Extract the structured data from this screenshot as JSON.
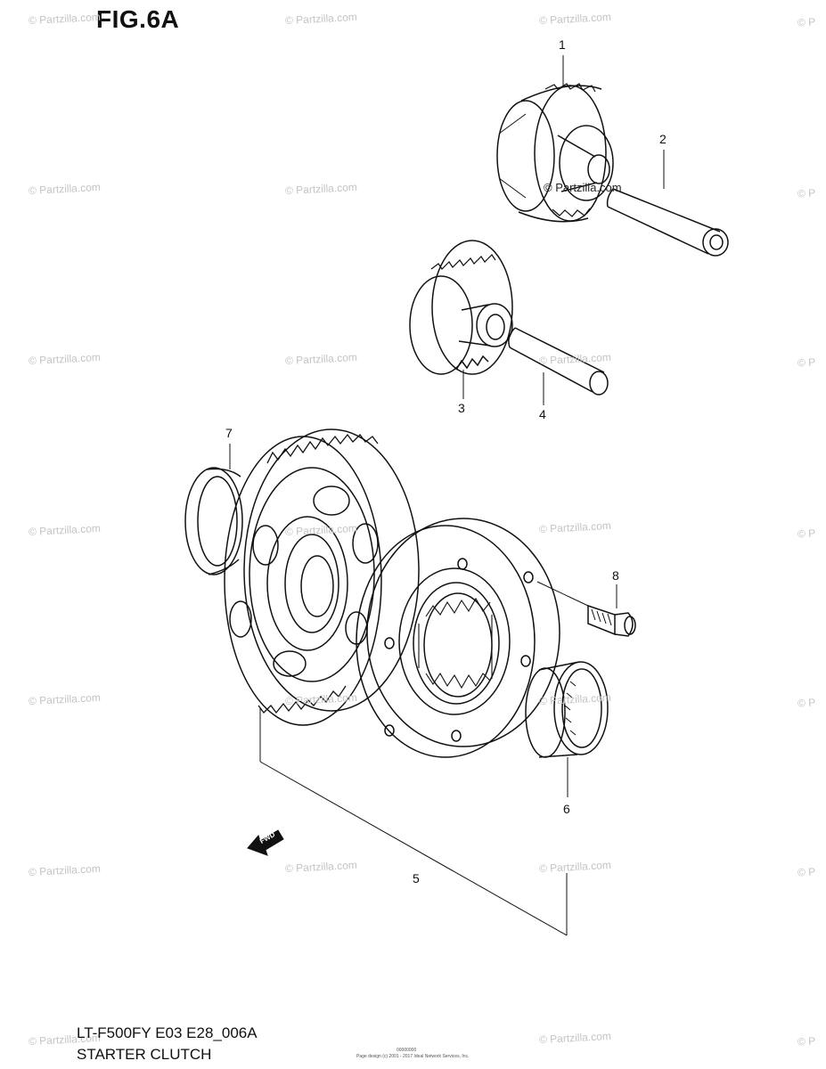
{
  "figure": {
    "title": "FIG.6A",
    "model_code": "LT-F500FY E03 E28_006A",
    "section_name": "STARTER CLUTCH"
  },
  "callouts": [
    "1",
    "2",
    "3",
    "4",
    "5",
    "6",
    "7",
    "8"
  ],
  "watermark": {
    "text": "© Partzilla.com",
    "text_short": "© P"
  },
  "fwd_label": "FWD",
  "fine_print": {
    "line1": "00000000",
    "line2": "Page design (c) 2001 - 2017 Ideal Network Services, Inc."
  }
}
